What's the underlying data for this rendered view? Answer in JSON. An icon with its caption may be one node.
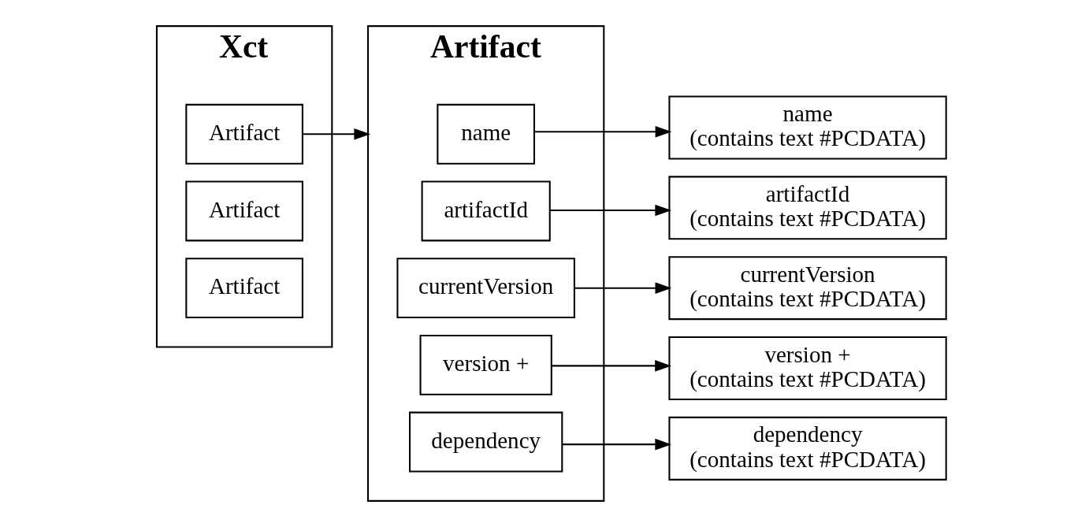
{
  "diagram": {
    "nodes": [
      {
        "text": [
          "Xct"
        ]
      },
      {
        "text": [
          "Artifact"
        ],
        "in": 0
      },
      {
        "text": [
          "Artifact"
        ],
        "in": 0
      },
      {
        "text": [
          "Artifact"
        ],
        "in": 0
      },
      {
        "text": [
          "Artifact"
        ]
      },
      {
        "text": [
          "name"
        ],
        "in": 4
      },
      {
        "text": [
          "artifactId"
        ],
        "in": 4
      },
      {
        "text": [
          "currentVersion"
        ],
        "in": 4
      },
      {
        "text": [
          "version +"
        ],
        "in": 4
      },
      {
        "text": [
          "dependency"
        ],
        "in": 4
      },
      {
        "text": [
          "name",
          "(contains text #PCDATA)"
        ]
      },
      {
        "text": [
          "artifactId",
          "(contains text #PCDATA)"
        ]
      },
      {
        "text": [
          "currentVersion",
          "(contains text #PCDATA)"
        ]
      },
      {
        "text": [
          "version +",
          "(contains text #PCDATA)"
        ]
      },
      {
        "text": [
          "dependency",
          "(contains text #PCDATA)"
        ]
      }
    ],
    "edges": [
      {
        "from": 3,
        "to": 4,
        "arrow": "to"
      },
      {
        "from": 5,
        "to": 10,
        "arrow": "to"
      },
      {
        "from": 6,
        "to": 11,
        "arrow": "to"
      },
      {
        "from": 7,
        "to": 12,
        "arrow": "to"
      },
      {
        "from": 8,
        "to": 13,
        "arrow": "to"
      },
      {
        "from": 9,
        "to": 14,
        "arrow": "to"
      }
    ]
  }
}
